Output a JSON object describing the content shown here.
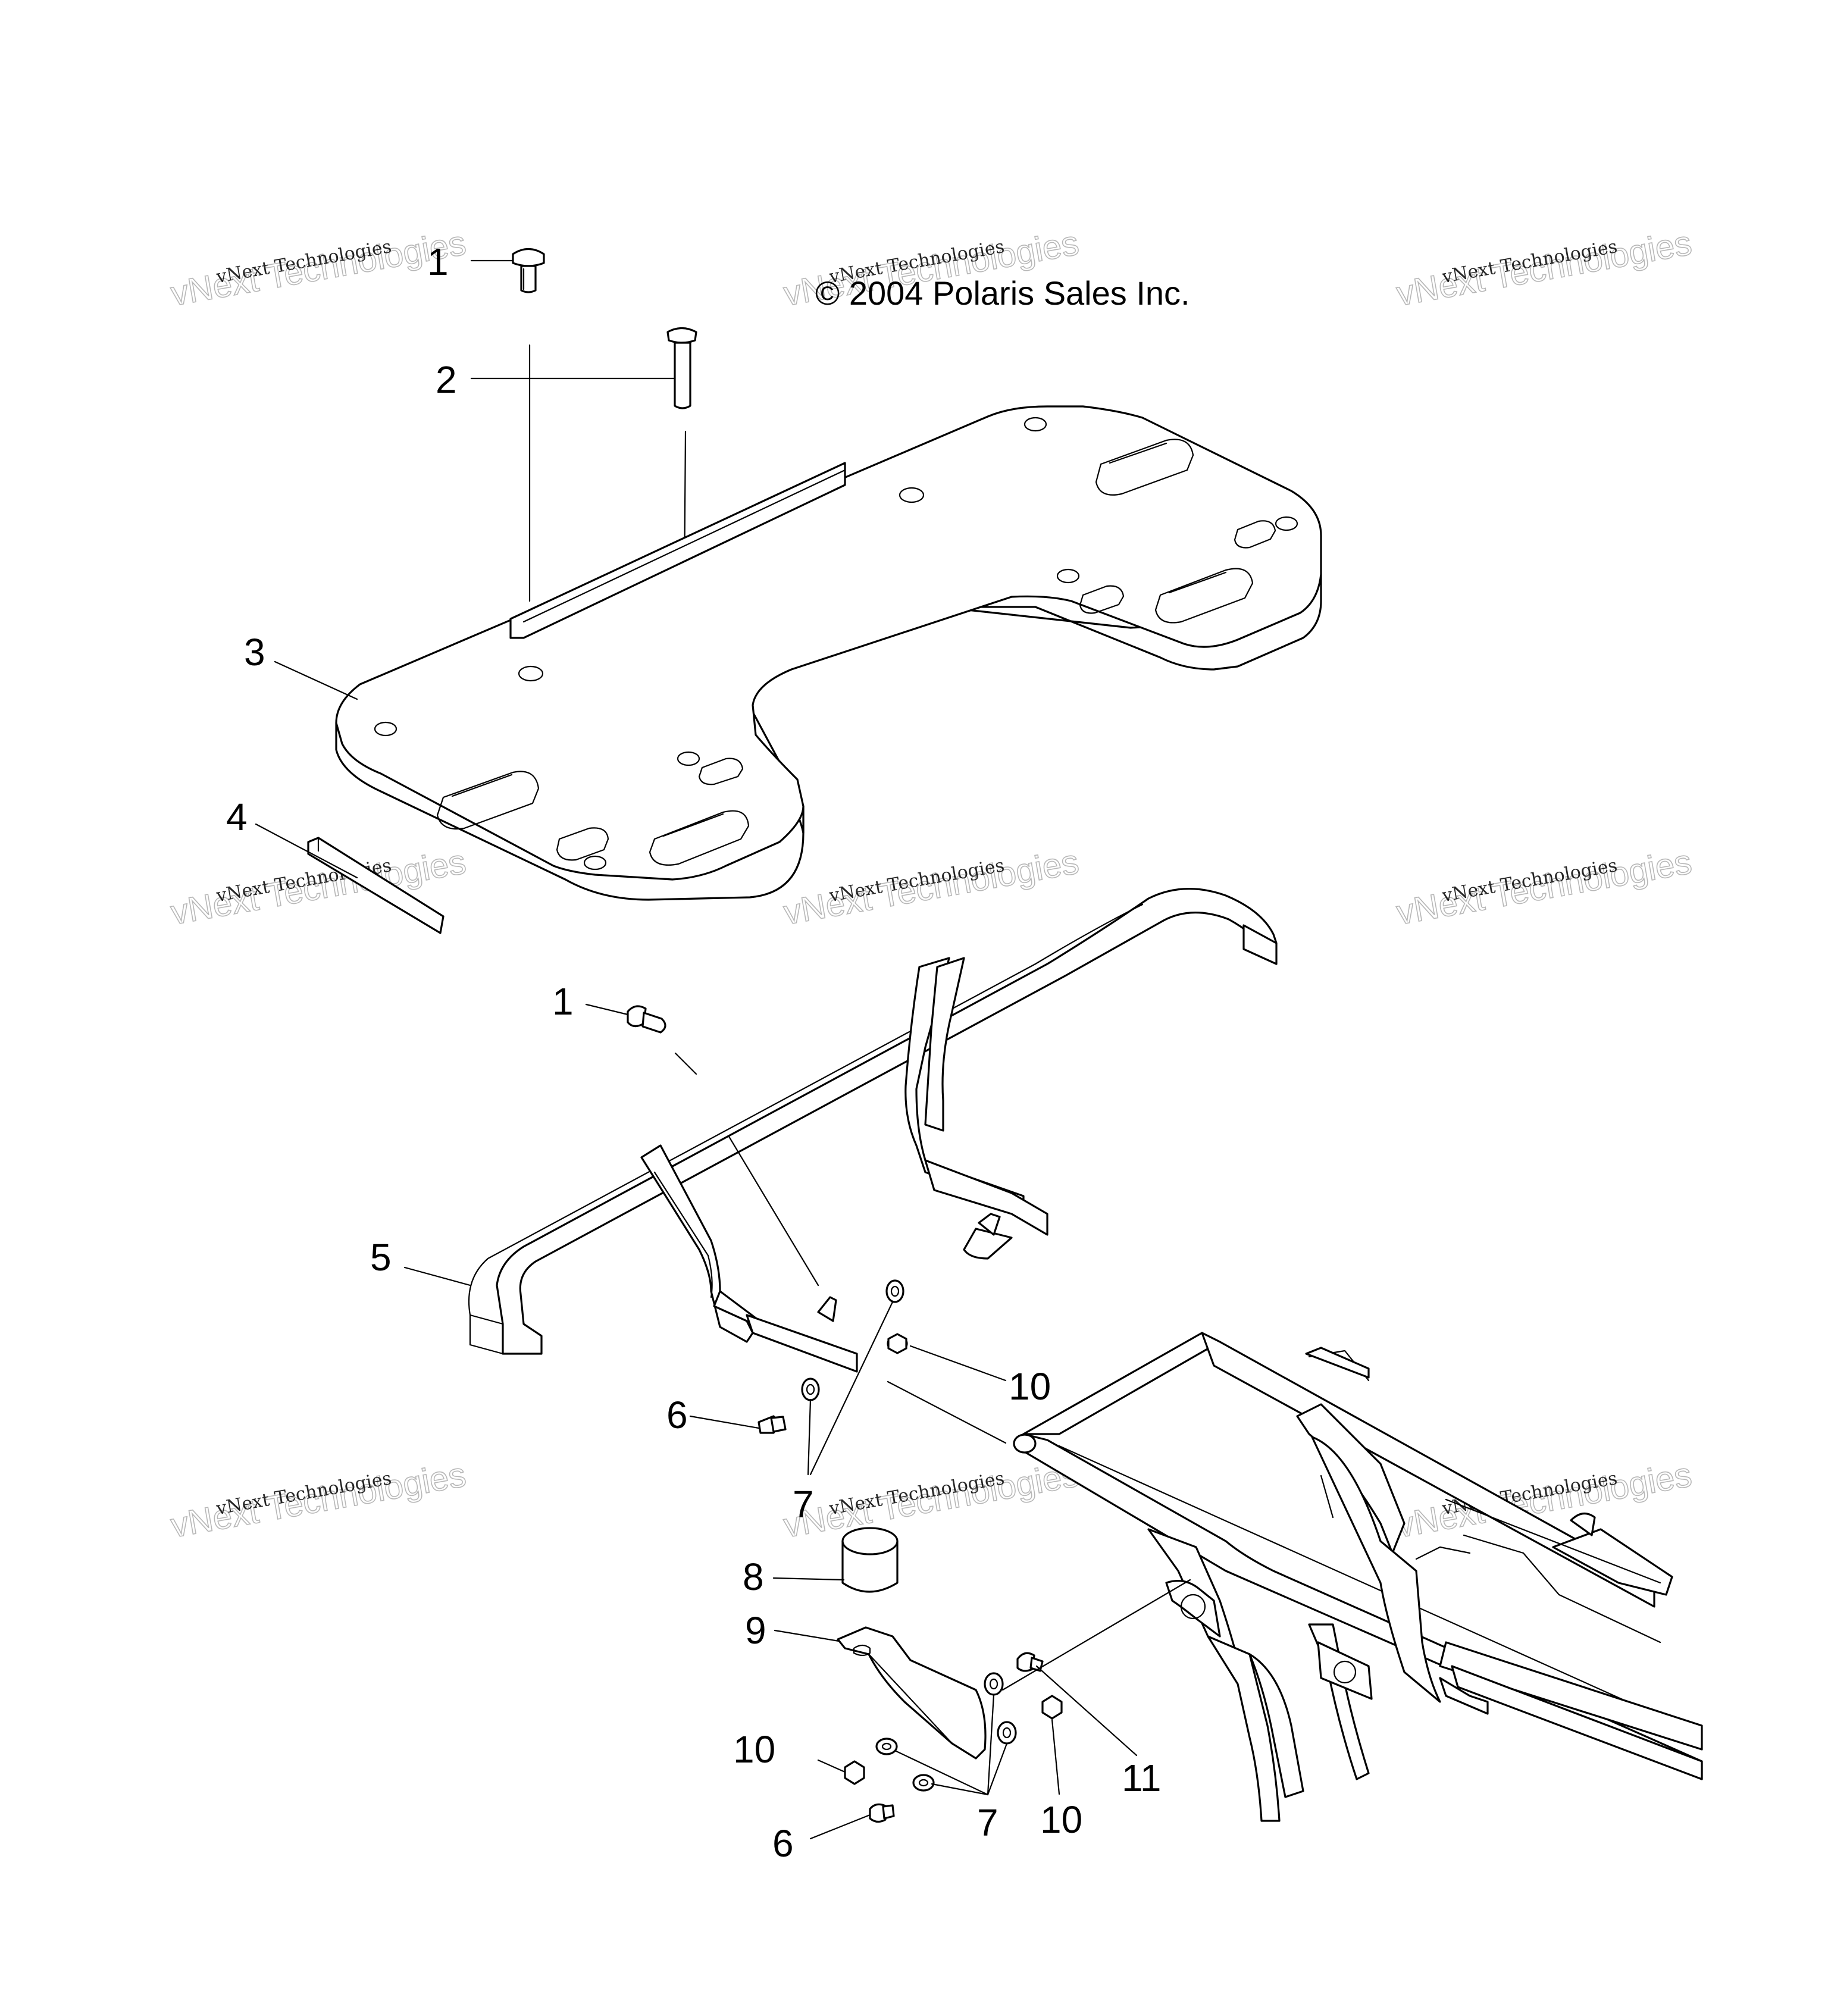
{
  "copyright": "© 2004 Polaris Sales Inc.",
  "watermark": {
    "line1": "vNext Technologies",
    "line2": "vNext Technologies"
  },
  "callouts": {
    "c1a": "1",
    "c2": "2",
    "c3": "3",
    "c4": "4",
    "c1b": "1",
    "c5": "5",
    "c10a": "10",
    "c6a": "6",
    "c7a": "7",
    "c8": "8",
    "c9": "9",
    "c10b": "10",
    "c11": "11",
    "c7b": "7",
    "c10c": "10",
    "c6b": "6"
  },
  "colors": {
    "ink": "#000000",
    "paper": "#ffffff",
    "watermark": "#9a9a9a"
  }
}
